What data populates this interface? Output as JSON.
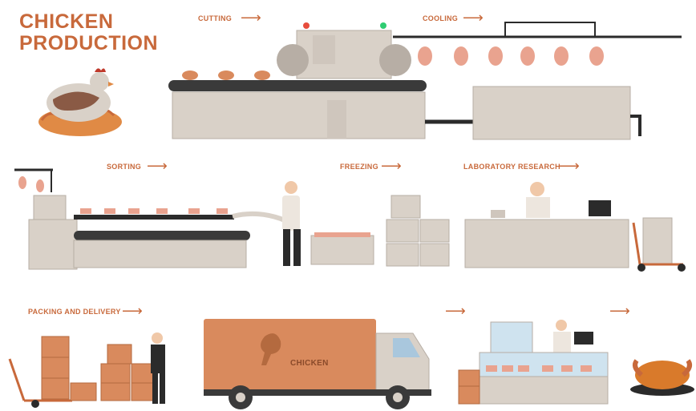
{
  "title": "CHICKEN\nPRODUCTION",
  "stages": {
    "cutting": "CUTTING",
    "cooling": "COOLING",
    "sorting": "SORTING",
    "freezing": "FREEZING",
    "laboratory": "LABORATORY RESEARCH",
    "packing": "PACKING AND DELIVERY"
  },
  "truck_label": "CHICKEN",
  "colors": {
    "accent": "#c8693b",
    "machine": "#d9d1c8",
    "machine_dark": "#b7aea5",
    "box": "#d98a5d",
    "chicken": "#e9a38f",
    "dark": "#2b2b2b"
  }
}
